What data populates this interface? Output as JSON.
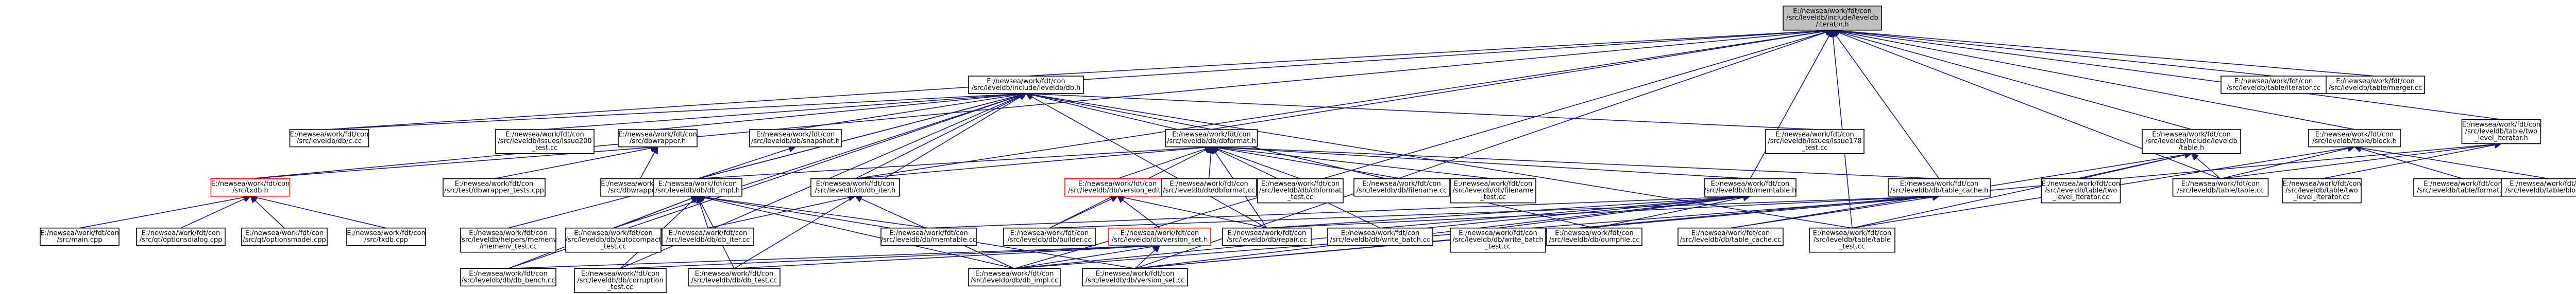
{
  "diagram": {
    "nodes": [
      {
        "id": "root",
        "lines": [
          "E:/newsea/work/fdt/con",
          "/src/leveldb/include/leveldb",
          "/iterator.h"
        ],
        "style": "root"
      },
      {
        "id": "db_h",
        "lines": [
          "E:/newsea/work/fdt/con",
          "/src/leveldb/include/leveldb/db.h"
        ]
      },
      {
        "id": "table_iterator",
        "lines": [
          "E:/newsea/work/fdt/con",
          "/src/leveldb/table/iterator.cc"
        ]
      },
      {
        "id": "table_merger",
        "lines": [
          "E:/newsea/work/fdt/con",
          "/src/leveldb/table/merger.cc"
        ]
      },
      {
        "id": "two_level_h",
        "lines": [
          "E:/newsea/work/fdt/con",
          "/src/leveldb/table/two",
          "_level_iterator.h"
        ]
      },
      {
        "id": "include_table_h",
        "lines": [
          "E:/newsea/work/fdt/con",
          "/src/leveldb/include/leveldb",
          "/table.h"
        ]
      },
      {
        "id": "table_block_h",
        "lines": [
          "E:/newsea/work/fdt/con",
          "/src/leveldb/table/block.h"
        ]
      },
      {
        "id": "c_cc",
        "lines": [
          "E:/newsea/work/fdt/con",
          "/src/leveldb/db/c.cc"
        ]
      },
      {
        "id": "issue200",
        "lines": [
          "E:/newsea/work/fdt/con",
          "/src/leveldb/issues/issue200",
          "_test.cc"
        ]
      },
      {
        "id": "dbwrapper_h",
        "lines": [
          "E:/newsea/work/fdt/con",
          "/src/dbwrapper.h"
        ]
      },
      {
        "id": "snapshot_h",
        "lines": [
          "E:/newsea/work/fdt/con",
          "/src/leveldb/db/snapshot.h"
        ]
      },
      {
        "id": "dbformat_h",
        "lines": [
          "E:/newsea/work/fdt/con",
          "/src/leveldb/db/dbformat.h"
        ]
      },
      {
        "id": "issue178",
        "lines": [
          "E:/newsea/work/fdt/con",
          "/src/leveldb/issues/issue178",
          "_test.cc"
        ]
      },
      {
        "id": "two_level_cc",
        "lines": [
          "E:/newsea/work/fdt/con",
          "/src/leveldb/table/two",
          "_level_iterator.cc"
        ]
      },
      {
        "id": "table_format",
        "lines": [
          "E:/newsea/work/fdt/con",
          "/src/leveldb/table/format.cc"
        ]
      },
      {
        "id": "table_block_cc",
        "lines": [
          "E:/newsea/work/fdt/con",
          "/src/leveldb/table/block.cc"
        ]
      },
      {
        "id": "txdb_h",
        "lines": [
          "E:/newsea/work/fdt/con",
          "/src/txdb.h"
        ],
        "style": "red"
      },
      {
        "id": "dbwrapper_tests",
        "lines": [
          "E:/newsea/work/fdt/con",
          "/src/test/dbwrapper_tests.cpp"
        ]
      },
      {
        "id": "dbwrapper_cpp",
        "lines": [
          "E:/newsea/work/fdt/con",
          "/src/dbwrapper.cpp"
        ]
      },
      {
        "id": "db_impl_h",
        "lines": [
          "E:/newsea/work/fdt/con",
          "/src/leveldb/db/db_impl.h"
        ]
      },
      {
        "id": "db_iter_h",
        "lines": [
          "E:/newsea/work/fdt/con",
          "/src/leveldb/db/db_iter.h"
        ]
      },
      {
        "id": "version_edit_h",
        "lines": [
          "E:/newsea/work/fdt/con",
          "/src/leveldb/db/version_edit.h"
        ],
        "style": "red"
      },
      {
        "id": "dbformat_cc",
        "lines": [
          "E:/newsea/work/fdt/con",
          "/src/leveldb/db/dbformat.cc"
        ]
      },
      {
        "id": "dbformat_test",
        "lines": [
          "E:/newsea/work/fdt/con",
          "/src/leveldb/db/dbformat",
          "_test.cc"
        ]
      },
      {
        "id": "filename_cc",
        "lines": [
          "E:/newsea/work/fdt/con",
          "/src/leveldb/db/filename.cc"
        ]
      },
      {
        "id": "filename_test",
        "lines": [
          "E:/newsea/work/fdt/con",
          "/src/leveldb/db/filename",
          "_test.cc"
        ]
      },
      {
        "id": "memtable_h",
        "lines": [
          "E:/newsea/work/fdt/con",
          "/src/leveldb/db/memtable.h"
        ]
      },
      {
        "id": "table_cache_h",
        "lines": [
          "E:/newsea/work/fdt/con",
          "/src/leveldb/db/table_cache.h"
        ]
      },
      {
        "id": "table_table",
        "lines": [
          "E:/newsea/work/fdt/con",
          "/src/leveldb/table/table.cc"
        ]
      },
      {
        "id": "two_level_test",
        "lines": [
          "E:/newsea/work/fdt/con",
          "/src/leveldb/table/two",
          "_level_iterator.cc"
        ]
      },
      {
        "id": "main_cpp",
        "lines": [
          "E:/newsea/work/fdt/con",
          "/src/main.cpp"
        ]
      },
      {
        "id": "optionsdialog",
        "lines": [
          "E:/newsea/work/fdt/con",
          "/src/qt/optionsdialog.cpp"
        ]
      },
      {
        "id": "optionsmodel",
        "lines": [
          "E:/newsea/work/fdt/con",
          "/src/qt/optionsmodel.cpp"
        ]
      },
      {
        "id": "txdb_cpp",
        "lines": [
          "E:/newsea/work/fdt/con",
          "/src/txdb.cpp"
        ]
      },
      {
        "id": "memenv_test",
        "lines": [
          "E:/newsea/work/fdt/con",
          "/src/leveldb/helpers/memenv",
          "/memenv_test.cc"
        ]
      },
      {
        "id": "autocompact",
        "lines": [
          "E:/newsea/work/fdt/con",
          "/src/leveldb/db/autocompact",
          "_test.cc"
        ]
      },
      {
        "id": "db_iter_cc",
        "lines": [
          "E:/newsea/work/fdt/con",
          "/src/leveldb/db/db_iter.cc"
        ]
      },
      {
        "id": "memtable_cc",
        "lines": [
          "E:/newsea/work/fdt/con",
          "/src/leveldb/db/memtable.cc"
        ]
      },
      {
        "id": "builder_cc",
        "lines": [
          "E:/newsea/work/fdt/con",
          "/src/leveldb/db/builder.cc"
        ]
      },
      {
        "id": "version_set_h",
        "lines": [
          "E:/newsea/work/fdt/con",
          "/src/leveldb/db/version_set.h"
        ],
        "style": "red"
      },
      {
        "id": "repair_cc",
        "lines": [
          "E:/newsea/work/fdt/con",
          "/src/leveldb/db/repair.cc"
        ]
      },
      {
        "id": "write_batch_cc",
        "lines": [
          "E:/newsea/work/fdt/con",
          "/src/leveldb/db/write_batch.cc"
        ]
      },
      {
        "id": "write_batch_test",
        "lines": [
          "E:/newsea/work/fdt/con",
          "/src/leveldb/db/write_batch",
          "_test.cc"
        ]
      },
      {
        "id": "dumpfile_cc",
        "lines": [
          "E:/newsea/work/fdt/con",
          "/src/leveldb/db/dumpfile.cc"
        ]
      },
      {
        "id": "table_cache_cc",
        "lines": [
          "E:/newsea/work/fdt/con",
          "/src/leveldb/db/table_cache.cc"
        ]
      },
      {
        "id": "table_test",
        "lines": [
          "E:/newsea/work/fdt/con",
          "/src/leveldb/table/table",
          "_test.cc"
        ]
      },
      {
        "id": "db_bench",
        "lines": [
          "E:/newsea/work/fdt/con",
          "/src/leveldb/db/db_bench.cc"
        ]
      },
      {
        "id": "corruption_test",
        "lines": [
          "E:/newsea/work/fdt/con",
          "/src/leveldb/db/corruption",
          "_test.cc"
        ]
      },
      {
        "id": "db_test",
        "lines": [
          "E:/newsea/work/fdt/con",
          "/src/leveldb/db/db_test.cc"
        ]
      },
      {
        "id": "db_impl_cc",
        "lines": [
          "E:/newsea/work/fdt/con",
          "/src/leveldb/db/db_impl.cc"
        ]
      },
      {
        "id": "version_set_cc",
        "lines": [
          "E:/newsea/work/fdt/con",
          "/src/leveldb/db/version_set.cc"
        ]
      }
    ],
    "edges": [
      [
        "db_h",
        "root"
      ],
      [
        "table_iterator",
        "root"
      ],
      [
        "table_merger",
        "root"
      ],
      [
        "two_level_h",
        "root"
      ],
      [
        "include_table_h",
        "root"
      ],
      [
        "table_block_h",
        "root"
      ],
      [
        "dbformat_h",
        "root"
      ],
      [
        "memtable_h",
        "root"
      ],
      [
        "table_cache_h",
        "root"
      ],
      [
        "txdb_h",
        "root"
      ],
      [
        "db_iter_h",
        "root"
      ],
      [
        "table_test",
        "root"
      ],
      [
        "db_impl_cc",
        "root"
      ],
      [
        "table_table",
        "root"
      ],
      [
        "version_set_cc",
        "root"
      ],
      [
        "c_cc",
        "root"
      ],
      [
        "c_cc",
        "db_h"
      ],
      [
        "issue200",
        "db_h"
      ],
      [
        "dbwrapper_h",
        "db_h"
      ],
      [
        "snapshot_h",
        "db_h"
      ],
      [
        "dbformat_h",
        "db_h"
      ],
      [
        "issue178",
        "db_h"
      ],
      [
        "db_impl_h",
        "db_h"
      ],
      [
        "db_iter_h",
        "db_h"
      ],
      [
        "memenv_test",
        "db_h"
      ],
      [
        "autocompact",
        "db_h"
      ],
      [
        "db_bench",
        "db_h"
      ],
      [
        "corruption_test",
        "db_h"
      ],
      [
        "db_test",
        "db_h"
      ],
      [
        "table_test",
        "db_h"
      ],
      [
        "repair_cc",
        "db_h"
      ],
      [
        "dumpfile_cc",
        "db_h"
      ],
      [
        "txdb_h",
        "dbwrapper_h"
      ],
      [
        "dbwrapper_tests",
        "dbwrapper_h"
      ],
      [
        "dbwrapper_cpp",
        "dbwrapper_h"
      ],
      [
        "db_impl_h",
        "snapshot_h"
      ],
      [
        "main_cpp",
        "txdb_h"
      ],
      [
        "optionsdialog",
        "txdb_h"
      ],
      [
        "optionsmodel",
        "txdb_h"
      ],
      [
        "txdb_cpp",
        "txdb_h"
      ],
      [
        "db_impl_h",
        "dbformat_h"
      ],
      [
        "db_iter_h",
        "dbformat_h"
      ],
      [
        "version_edit_h",
        "dbformat_h"
      ],
      [
        "dbformat_cc",
        "dbformat_h"
      ],
      [
        "dbformat_test",
        "dbformat_h"
      ],
      [
        "filename_cc",
        "dbformat_h"
      ],
      [
        "filename_test",
        "dbformat_h"
      ],
      [
        "memtable_h",
        "dbformat_h"
      ],
      [
        "table_cache_h",
        "dbformat_h"
      ],
      [
        "builder_cc",
        "dbformat_h"
      ],
      [
        "repair_cc",
        "dbformat_h"
      ],
      [
        "write_batch_cc",
        "dbformat_h"
      ],
      [
        "version_set_h",
        "version_edit_h"
      ],
      [
        "builder_cc",
        "version_edit_h"
      ],
      [
        "repair_cc",
        "version_edit_h"
      ],
      [
        "memtable_cc",
        "memtable_h"
      ],
      [
        "repair_cc",
        "memtable_h"
      ],
      [
        "write_batch_cc",
        "memtable_h"
      ],
      [
        "write_batch_test",
        "memtable_h"
      ],
      [
        "dumpfile_cc",
        "memtable_h"
      ],
      [
        "db_impl_cc",
        "memtable_h"
      ],
      [
        "version_set_cc",
        "memtable_h"
      ],
      [
        "table_cache_cc",
        "table_cache_h"
      ],
      [
        "builder_cc",
        "table_cache_h"
      ],
      [
        "repair_cc",
        "table_cache_h"
      ],
      [
        "db_impl_cc",
        "table_cache_h"
      ],
      [
        "version_set_cc",
        "table_cache_h"
      ],
      [
        "db_iter_cc",
        "db_iter_h"
      ],
      [
        "db_impl_cc",
        "db_iter_h"
      ],
      [
        "autocompact",
        "db_impl_h"
      ],
      [
        "db_iter_cc",
        "db_impl_h"
      ],
      [
        "memtable_cc",
        "db_impl_h"
      ],
      [
        "db_bench",
        "db_impl_h"
      ],
      [
        "corruption_test",
        "db_impl_h"
      ],
      [
        "db_test",
        "db_impl_h"
      ],
      [
        "db_impl_cc",
        "db_impl_h"
      ],
      [
        "version_set_cc",
        "db_impl_h"
      ],
      [
        "db_impl_cc",
        "version_set_h"
      ],
      [
        "version_set_cc",
        "version_set_h"
      ],
      [
        "db_bench",
        "version_set_h"
      ],
      [
        "corruption_test",
        "version_set_h"
      ],
      [
        "db_test",
        "version_set_h"
      ],
      [
        "two_level_cc",
        "two_level_h"
      ],
      [
        "table_table",
        "two_level_h"
      ],
      [
        "version_set_cc",
        "two_level_h"
      ],
      [
        "table_table",
        "include_table_h"
      ],
      [
        "table_cache_cc",
        "include_table_h"
      ],
      [
        "two_level_test",
        "include_table_h"
      ],
      [
        "table_test",
        "include_table_h"
      ],
      [
        "table_format",
        "table_block_h"
      ],
      [
        "table_block_cc",
        "table_block_h"
      ],
      [
        "table_table",
        "table_block_h"
      ],
      [
        "table_test",
        "table_block_h"
      ]
    ]
  }
}
